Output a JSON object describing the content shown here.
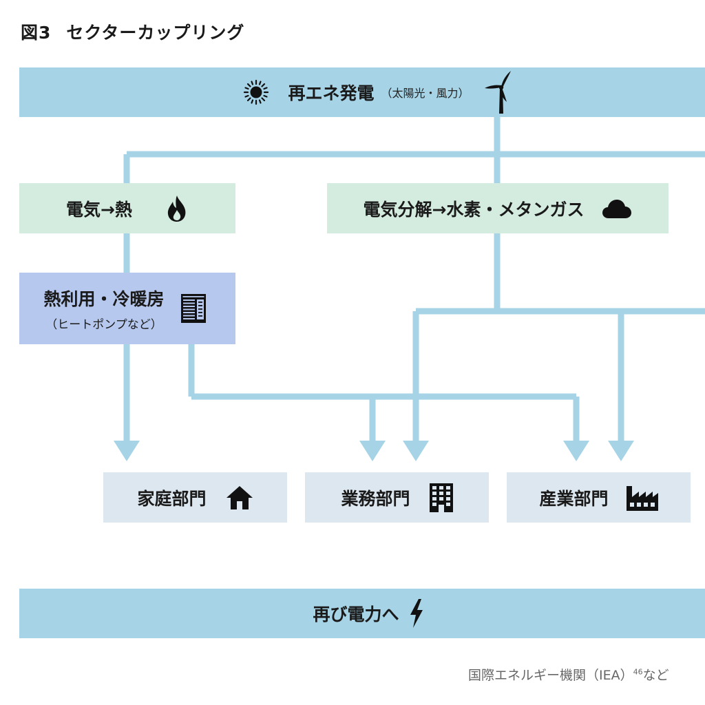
{
  "figure": {
    "number": "図3",
    "title": "セクターカップリング"
  },
  "top_bar": {
    "main_label": "再エネ発電",
    "sub_label": "（太陽光・風力）",
    "icons": [
      "sun-icon",
      "wind-turbine-icon"
    ]
  },
  "conversion_boxes": [
    {
      "label": "電気→熱",
      "icon": "flame-icon"
    },
    {
      "label": "電気分解→水素・メタンガス",
      "icon": "cloud-icon"
    }
  ],
  "heat_box": {
    "label": "熱利用・冷暖房",
    "sub_label": "（ヒートポンプなど）",
    "icon": "heat-pump-icon"
  },
  "sectors": [
    {
      "label": "家庭部門",
      "icon": "house-icon"
    },
    {
      "label": "業務部門",
      "icon": "office-building-icon"
    },
    {
      "label": "産業部門",
      "icon": "factory-icon"
    }
  ],
  "bottom_bar": {
    "label": "再び電力へ",
    "icon": "lightning-icon"
  },
  "source": {
    "text": "国際エネルギー機関（IEA）",
    "superscript": "46",
    "suffix": "など"
  },
  "colors": {
    "bar_blue": "#a6d3e6",
    "line_blue": "#a6d3e6",
    "conversion_green": "#d3ecdf",
    "heat_blue": "#b6c8ee",
    "sector_grey": "#dce7ef"
  }
}
